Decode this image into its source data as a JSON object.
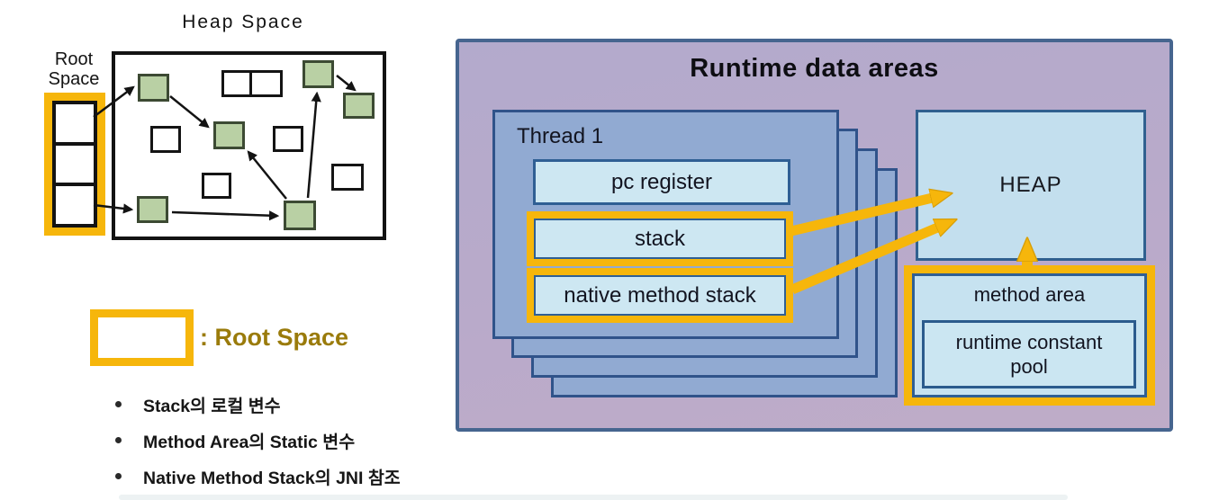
{
  "left_diagram": {
    "title": "Heap Space",
    "root_label_line1": "Root",
    "root_label_line2": "Space"
  },
  "legend": {
    "label": ": Root Space"
  },
  "bullets": [
    "Stack의 로컬 변수",
    "Method Area의 Static 변수",
    "Native Method Stack의 JNI 참조"
  ],
  "runtime": {
    "title": "Runtime data areas",
    "thread_label": "Thread 1",
    "pc_register": "pc register",
    "stack": "stack",
    "native_method_stack": "native method stack",
    "heap": "HEAP",
    "method_area": "method area",
    "runtime_constant_pool": "runtime constant pool"
  },
  "colors": {
    "accent_yellow": "#F6B60B",
    "purple_panel": "#B4A9C9",
    "thread_blue": "#91AAD2",
    "light_blue_cell": "#CDE7F2",
    "dark_blue_border": "#2F5F94",
    "reachable_green": "#B9D0A4",
    "legend_text": "#9A7B0B"
  }
}
